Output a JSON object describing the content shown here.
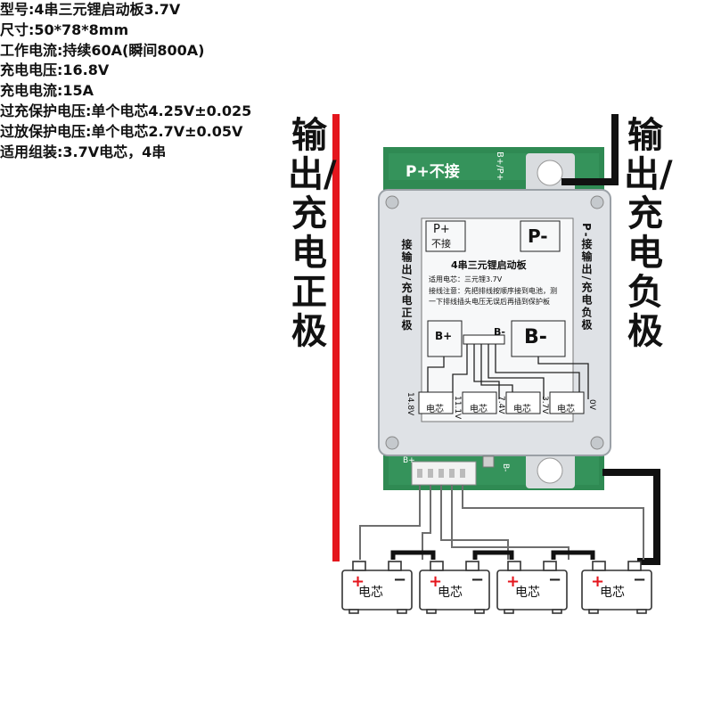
{
  "left_label": "输出/充电正极",
  "right_label": "输出/充电负极",
  "board": {
    "p_plus_top": "P+不接",
    "p_plus_box_line1": "P+",
    "p_plus_box_line2": "不接",
    "p_minus_box": "P-",
    "p_minus_side": "P-接输出/充电负极",
    "left_side": "接输出/充电正极",
    "title": "4串三元锂启动板",
    "cell_info": "适用电芯：三元锂3.7V",
    "note": "接线注意：先把排线按顺序接到电池，测一下排线插头电压无误后再插到保护板",
    "b_plus": "B+",
    "b_minus_small": "B-",
    "b_minus_big": "B-",
    "silk_top": "B+/P+",
    "silk_bottom_bplus": "B+",
    "silk_bottom_bminus": "B-",
    "cell_label": "电芯",
    "voltages": [
      "14.8V",
      "11.1V",
      "7.4V",
      "3.7V",
      "0V"
    ]
  },
  "specs": [
    "型号:4串三元锂启动板3.7V",
    "尺寸:50*78*8mm",
    "工作电流:持续60A(瞬间800A)",
    "充电电压:16.8V",
    "充电电流:15A",
    "过充保护电压:单个电芯4.25V±0.025",
    "过放保护电压:单个电芯2.7V±0.05V",
    "适用组装:3.7V电芯，4串"
  ],
  "battery_label": "电芯",
  "colors": {
    "positive_wire": "#e4161d",
    "negative_wire": "#111111",
    "pcb": "#2f8a53",
    "panel": "#dfe2e6"
  }
}
